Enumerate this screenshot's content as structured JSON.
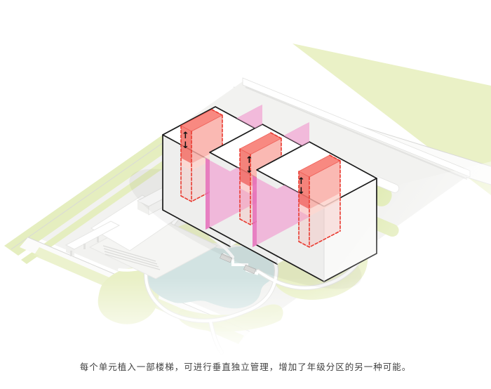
{
  "caption": {
    "text": "每个单元植入一部楼梯，可进行垂直独立管理，增加了年级分区的另一种可能。"
  },
  "symbols": {
    "arrow_up": "↑",
    "arrow_down": "↓"
  },
  "scene": {
    "type": "axonometric-site-diagram",
    "building_units": 3,
    "stair_cores": 3,
    "division_planes": 2,
    "features": [
      "pond",
      "footpaths",
      "podium-building",
      "perimeter-roads",
      "green-buffer"
    ]
  },
  "colors": {
    "site_ground": "#f2f2f0",
    "green_strip": "#e5eebf",
    "green_triangle": "#eaf1c6",
    "lawn": "#e9f0c6",
    "bush": "#e2ecb8",
    "pond": "#d2e3e2",
    "road_fill": "#fbfbfa",
    "road_edge": "#d9d9d7",
    "path": "#ffffff",
    "path_casing": "#e4e4e2",
    "building_top": "#ffffff",
    "building_face_left": "#eeeeed",
    "building_face_right": "#f9f9f8",
    "outline": "#1a1a1a",
    "podium_line": "#dcdcda",
    "pink_plane": "#f1a3d3",
    "pink_edge": "#e56cba",
    "core_top": "#f8837b",
    "core_side": "#f26d64",
    "core_front": "#f9aaa2",
    "core_band": "#fdd3cd",
    "core_dash": "#e93a30",
    "arrow": "#111111",
    "caption_text": "#3f3f3f"
  }
}
